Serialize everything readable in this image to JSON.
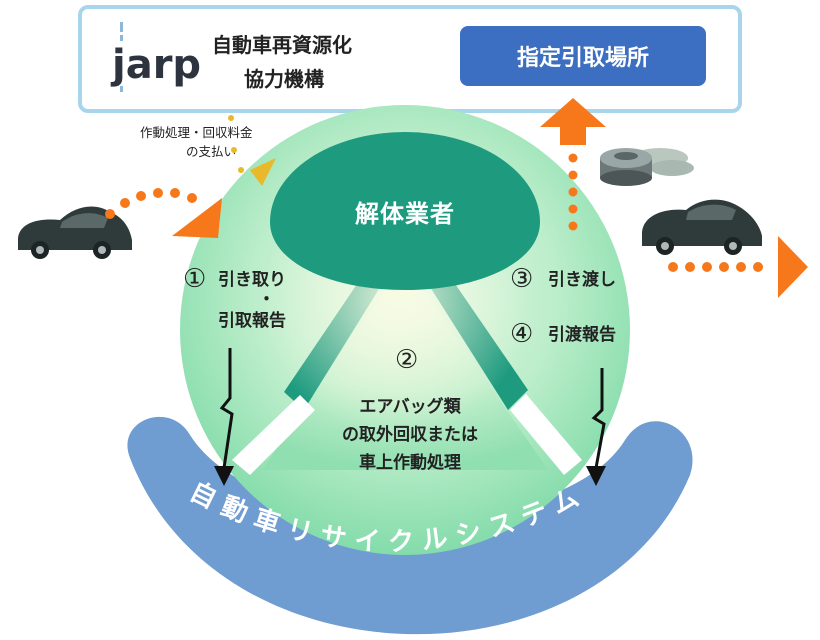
{
  "header": {
    "logo_text": "jarp",
    "org_line1": "自動車再資源化",
    "org_line2": "協力機構",
    "button_label": "指定引取場所"
  },
  "payment_note": {
    "line1": "作動処理・回収料金",
    "line2": "の支払い"
  },
  "dismantler_label": "解体業者",
  "steps": [
    {
      "num": "①",
      "line1": "引き取り",
      "line2": "・",
      "line3": "引取報告"
    },
    {
      "num": "②",
      "line1": "エアバッグ類",
      "line2": "の取外回収または",
      "line3": "車上作動処理"
    },
    {
      "num": "③",
      "line1": "引き渡し"
    },
    {
      "num": "④",
      "line1": "引渡報告"
    }
  ],
  "system_label": "自動車リサイクルシステム",
  "colors": {
    "teal": "#1e9b7f",
    "circle_light": "#d9f5df",
    "circle_mid": "#a9e9bf",
    "arc_blue": "#6f9cd1",
    "button_blue": "#3c6fc1",
    "orange": "#f7781b",
    "header_border": "#a9d5ec",
    "car": "#2f3a3a"
  }
}
